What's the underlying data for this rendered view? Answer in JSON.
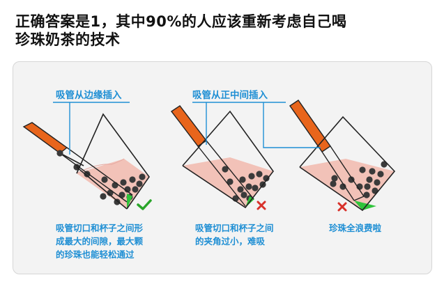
{
  "title_lines": [
    "正确答案是1，其中90%的人应该重新考虑自己喝",
    "珍珠奶茶的技术"
  ],
  "labels": {
    "left": "吸管从边缘插入",
    "middle": "吸管从正中间插入"
  },
  "captions": {
    "left": [
      "吸管切口和杯子之间形",
      "成最大的间隙，最大颗",
      "的珍珠也能轻松通过"
    ],
    "middle": [
      "吸管切口和杯子之间",
      "的夹角过小，难吸"
    ],
    "right": [
      "珍珠全浪费啦"
    ]
  },
  "marks": {
    "left": "check",
    "middle": "cross",
    "right": "cross"
  },
  "colors": {
    "accent_blue": "#1f8fd4",
    "straw_orange": "#e8651c",
    "tea_pink": "#f2c2b8",
    "pearl": "#3a3a3a",
    "gap_green": "#2ec43a",
    "check_green": "#2aa52a",
    "cross_red": "#d8312a"
  }
}
